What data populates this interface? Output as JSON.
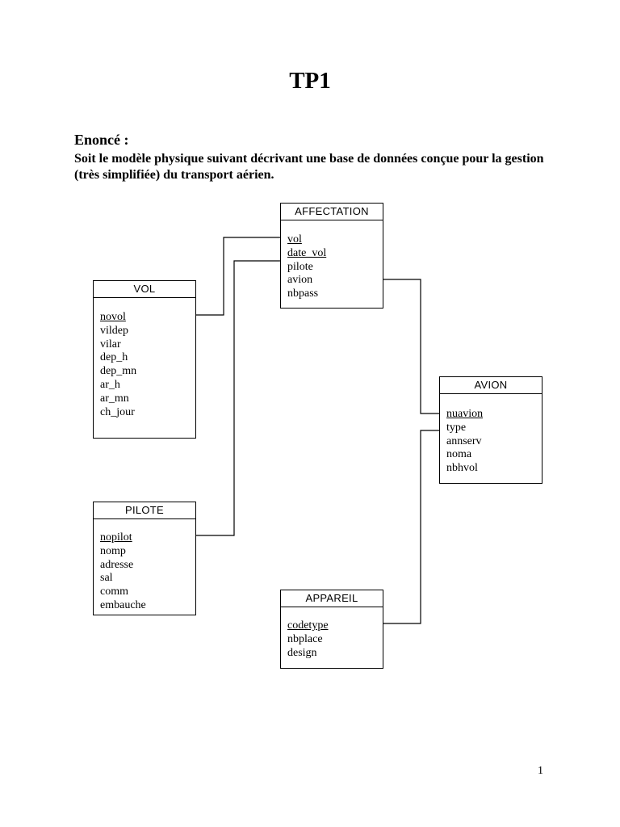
{
  "document": {
    "title": "TP1",
    "heading": "Enoncé :",
    "statement": "Soit le modèle physique suivant décrivant une base de données conçue pour la gestion (très simplifiée) du transport  aérien.",
    "page_number": "1"
  },
  "tables": {
    "affectation": {
      "name": "AFFECTATION",
      "fields": [
        {
          "label": "vol",
          "key": true
        },
        {
          "label": "date_vol",
          "key": true
        },
        {
          "label": "pilote",
          "key": false
        },
        {
          "label": "avion",
          "key": false
        },
        {
          "label": "nbpass",
          "key": false
        }
      ]
    },
    "vol": {
      "name": "VOL",
      "fields": [
        {
          "label": "novol",
          "key": true
        },
        {
          "label": "vildep",
          "key": false
        },
        {
          "label": "vilar",
          "key": false
        },
        {
          "label": "dep_h",
          "key": false
        },
        {
          "label": "dep_mn",
          "key": false
        },
        {
          "label": "ar_h",
          "key": false
        },
        {
          "label": "ar_mn",
          "key": false
        },
        {
          "label": "ch_jour",
          "key": false
        }
      ]
    },
    "avion": {
      "name": "AVION",
      "fields": [
        {
          "label": "nuavion",
          "key": true
        },
        {
          "label": "type",
          "key": false
        },
        {
          "label": "annserv",
          "key": false
        },
        {
          "label": "noma",
          "key": false
        },
        {
          "label": "nbhvol",
          "key": false
        }
      ]
    },
    "pilote": {
      "name": "PILOTE",
      "fields": [
        {
          "label": "nopilot",
          "key": true
        },
        {
          "label": "nomp",
          "key": false
        },
        {
          "label": "adresse",
          "key": false
        },
        {
          "label": "sal",
          "key": false
        },
        {
          "label": "comm",
          "key": false
        },
        {
          "label": "embauche",
          "key": false
        }
      ]
    },
    "appareil": {
      "name": "APPAREIL",
      "fields": [
        {
          "label": "codetype",
          "key": true
        },
        {
          "label": "nbplace",
          "key": false
        },
        {
          "label": "design",
          "key": false
        }
      ]
    }
  },
  "relationships": [
    {
      "from": "vol",
      "to": "affectation"
    },
    {
      "from": "pilote",
      "to": "affectation"
    },
    {
      "from": "affectation",
      "to": "avion"
    },
    {
      "from": "appareil",
      "to": "avion"
    }
  ]
}
